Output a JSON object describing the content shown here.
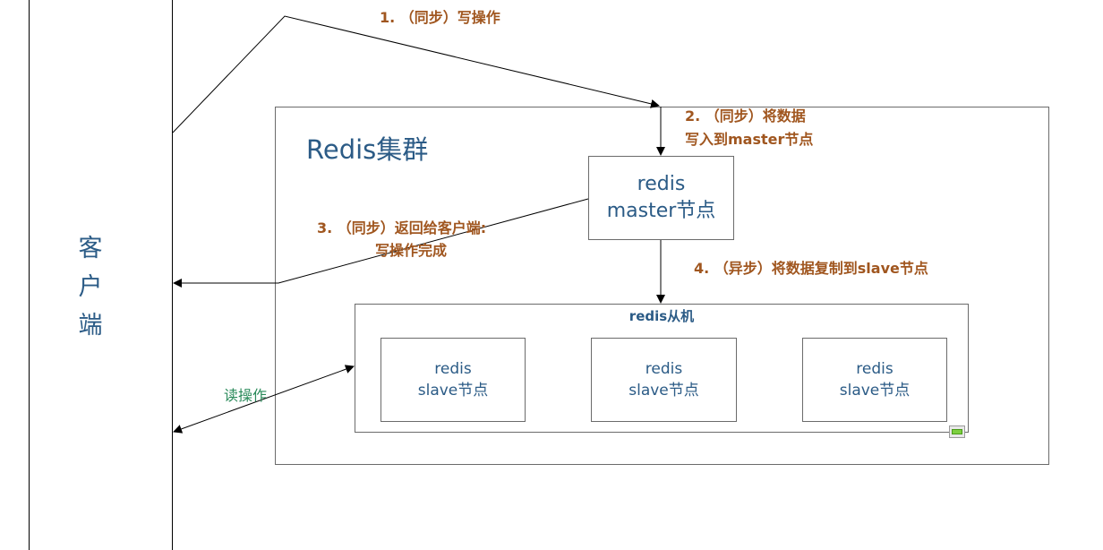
{
  "client": {
    "chars": [
      "客",
      "户",
      "端"
    ]
  },
  "cluster": {
    "title": "Redis集群"
  },
  "master": {
    "line1": "redis",
    "line2": "master节点"
  },
  "slave_group": {
    "title": "redis从机"
  },
  "slaves": [
    {
      "line1": "redis",
      "line2": "slave节点"
    },
    {
      "line1": "redis",
      "line2": "slave节点"
    },
    {
      "line1": "redis",
      "line2": "slave节点"
    }
  ],
  "steps": {
    "step1": "1. （同步）写操作",
    "step2_line1": "2. （同步）将数据",
    "step2_line2": "写入到master节点",
    "step3_line1": "3. （同步）返回给客户端:",
    "step3_line2": "写操作完成",
    "step4": "4. （异步）将数据复制到slave节点",
    "read": "读操作"
  },
  "colors": {
    "step_text": "#a0561f",
    "read_text": "#2a8a5a",
    "node_text": "#2b5b86",
    "border": "#6b6b6b"
  }
}
